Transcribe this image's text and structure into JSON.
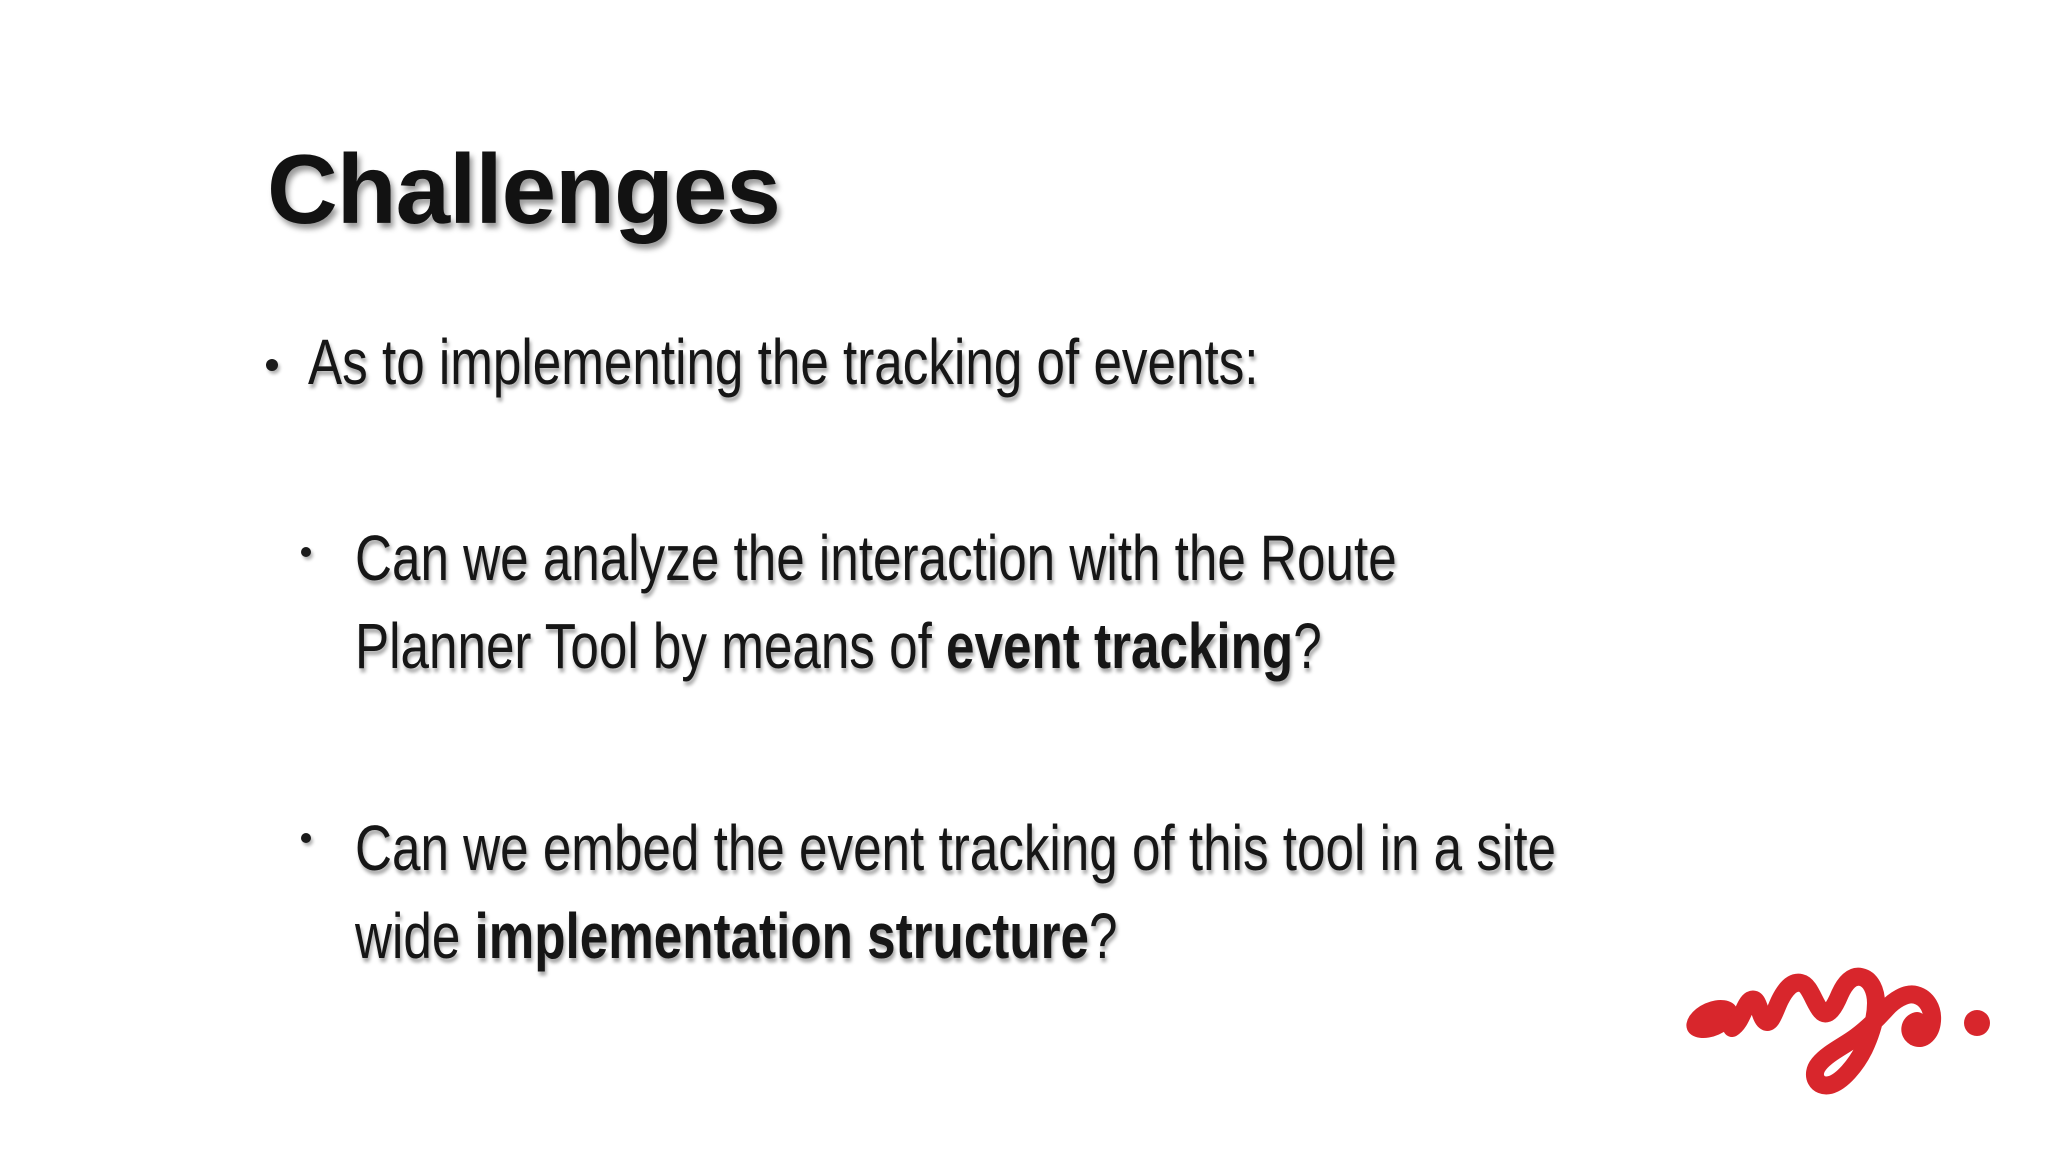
{
  "slide": {
    "title": "Challenges",
    "bullets": {
      "level1": "As to implementing the tracking of events:",
      "sub": [
        {
          "line1": "Can we analyze the interaction with the Route",
          "line2_pre": "Planner Tool by means of ",
          "line2_bold": "event tracking",
          "line2_post": "?"
        },
        {
          "line1": "Can we embed the event tracking of this tool in a site",
          "line2_pre": "wide ",
          "line2_bold": "implementation structure",
          "line2_post": "?"
        }
      ]
    },
    "logo": {
      "name": "wys-script-logo",
      "color": "#d8262c"
    },
    "colors": {
      "text": "#141414",
      "background": "#ffffff",
      "accent_red": "#d8262c"
    }
  }
}
